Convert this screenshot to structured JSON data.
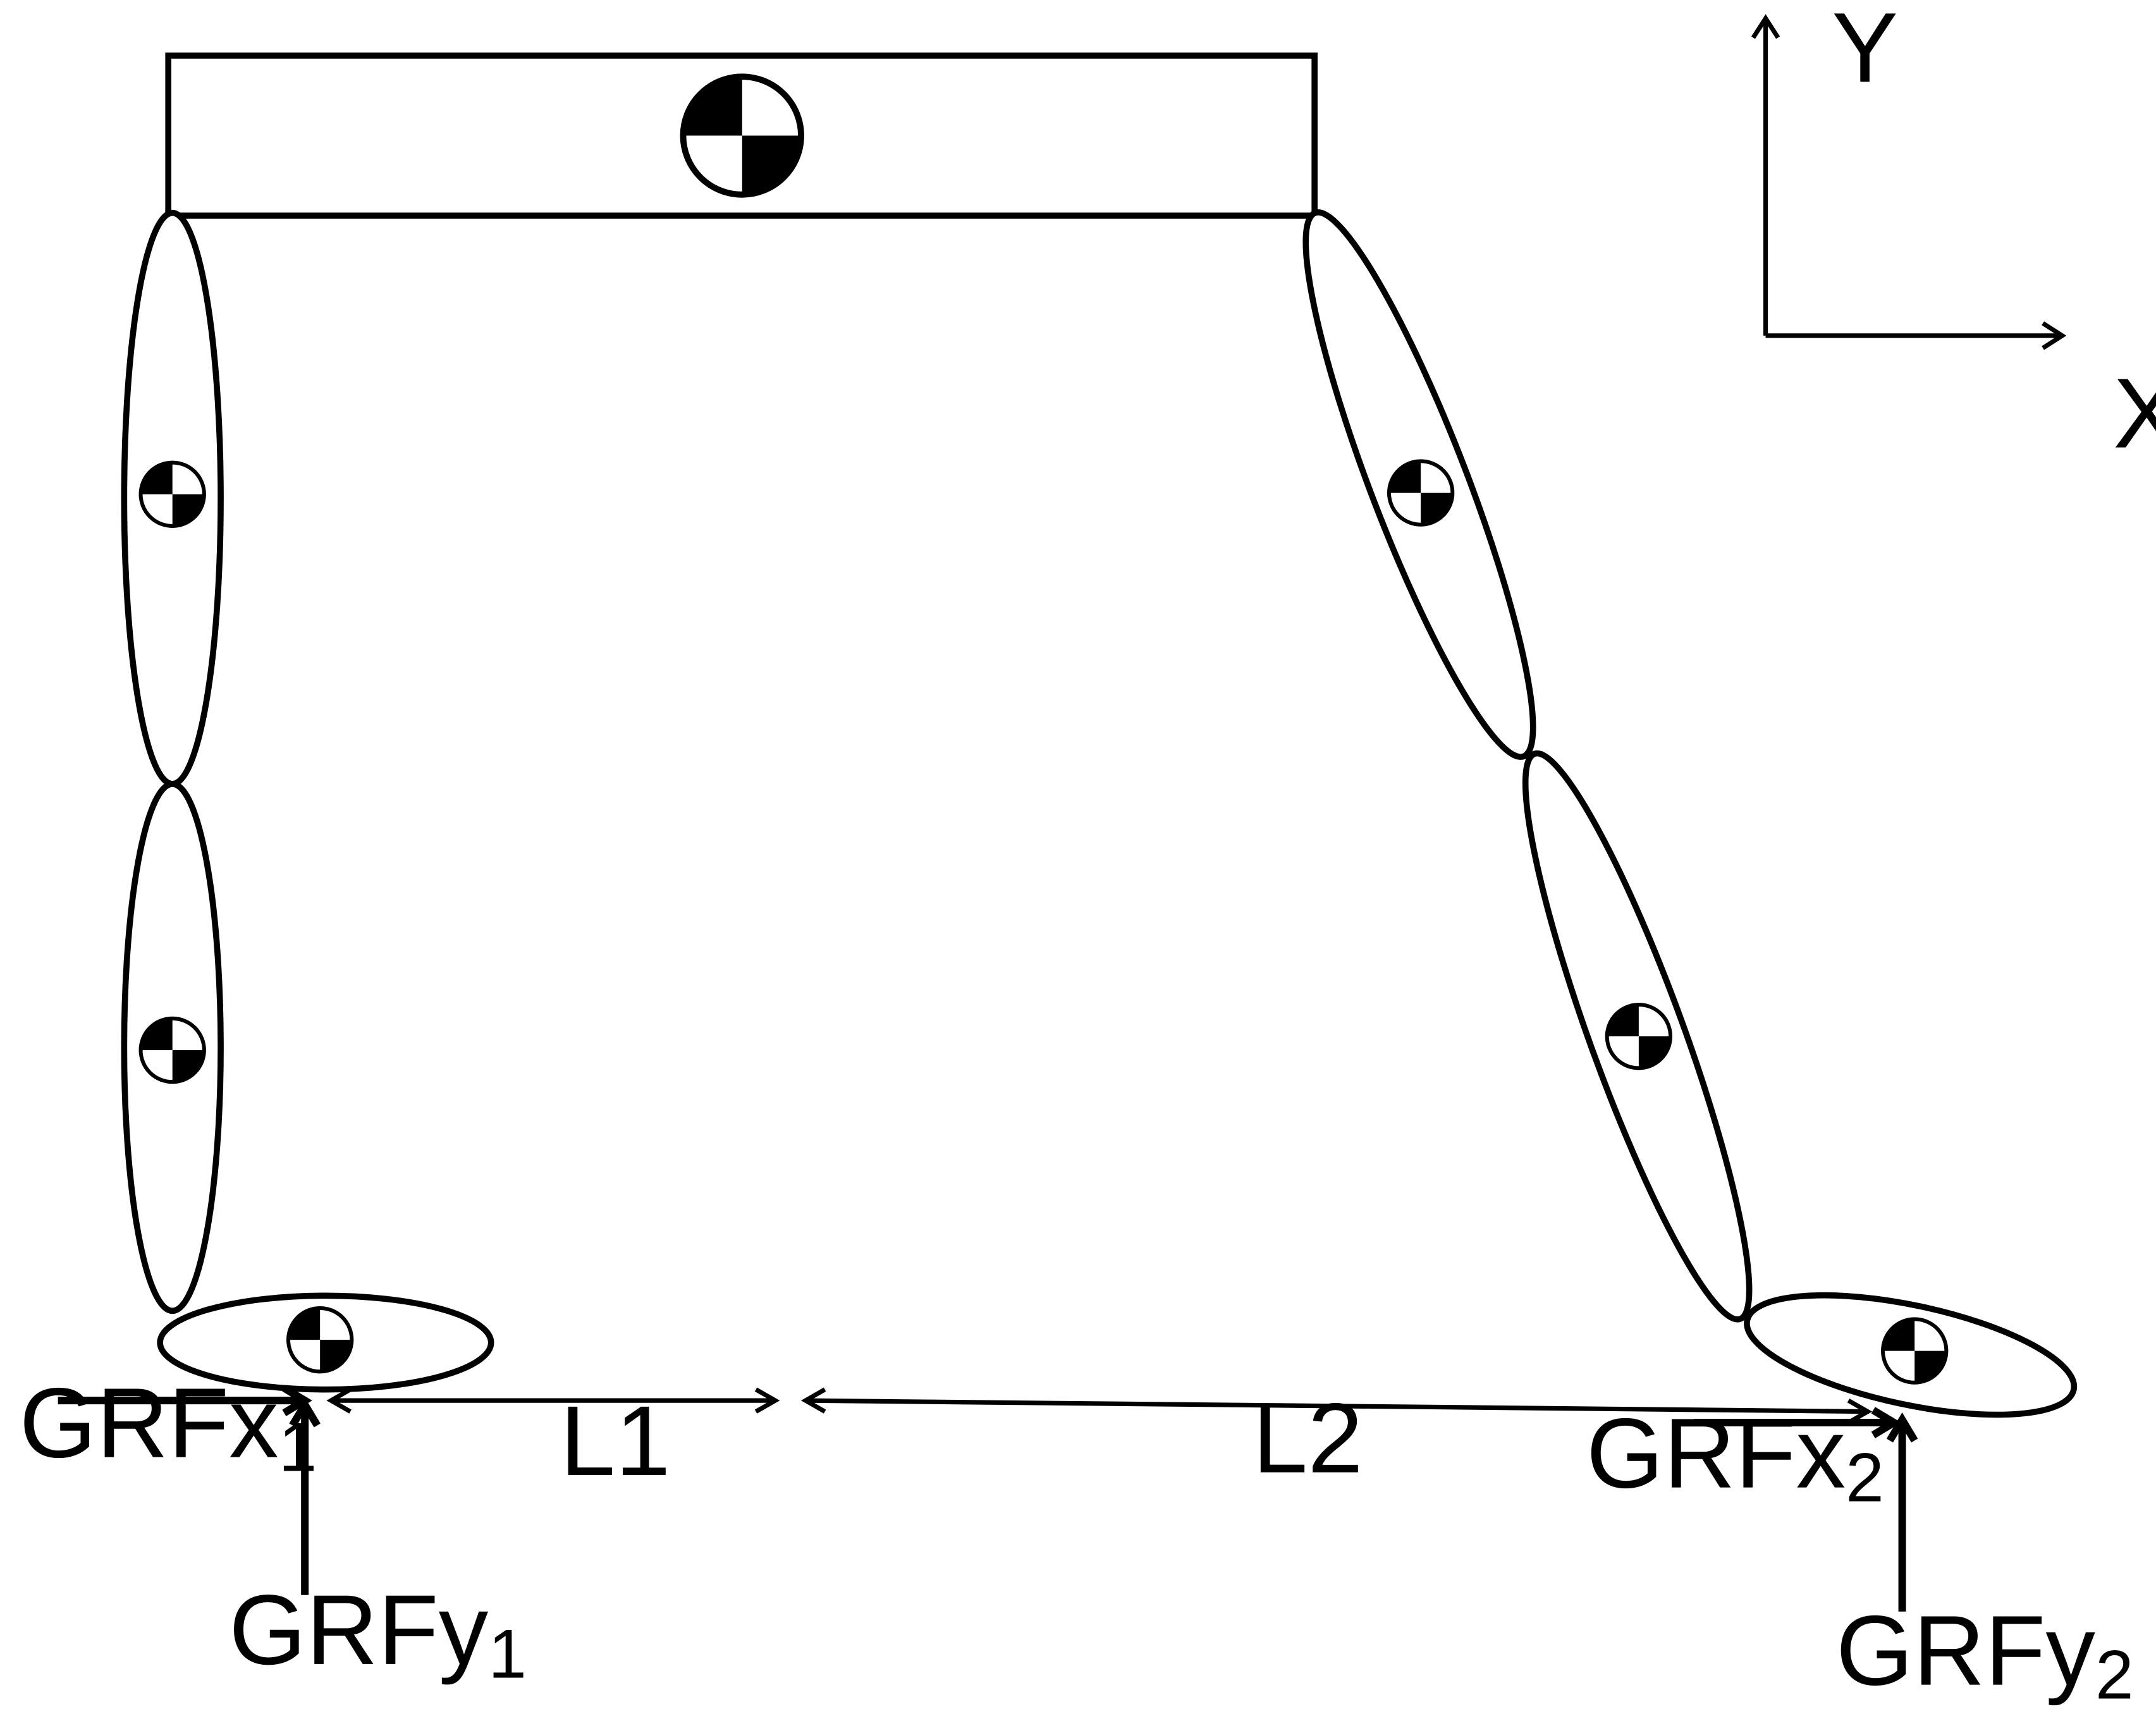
{
  "axes": {
    "x_label": "X",
    "y_label": "Y"
  },
  "segments": [
    {
      "id": "trunk",
      "shape": "rectangle",
      "com_marker": "center-of-mass-symbol"
    },
    {
      "id": "left-thigh",
      "shape": "ellipse",
      "com_marker": "center-of-mass-symbol"
    },
    {
      "id": "left-shank",
      "shape": "ellipse",
      "com_marker": "center-of-mass-symbol"
    },
    {
      "id": "left-foot",
      "shape": "ellipse",
      "com_marker": "center-of-mass-symbol"
    },
    {
      "id": "right-thigh",
      "shape": "ellipse",
      "com_marker": "center-of-mass-symbol"
    },
    {
      "id": "right-shank",
      "shape": "ellipse",
      "com_marker": "center-of-mass-symbol"
    },
    {
      "id": "right-foot",
      "shape": "ellipse",
      "com_marker": "center-of-mass-symbol"
    }
  ],
  "distances": {
    "l1": "L1",
    "l2": "L2"
  },
  "forces": {
    "grfx1": {
      "base": "GRFx",
      "sub": "1"
    },
    "grfy1": {
      "base": "GRFy",
      "sub": "1"
    },
    "grfx2": {
      "base": "GRFx",
      "sub": "2"
    },
    "grfy2": {
      "base": "GRFy",
      "sub": "2"
    }
  },
  "colors": {
    "ink": "#000000",
    "background": "#ffffff"
  }
}
